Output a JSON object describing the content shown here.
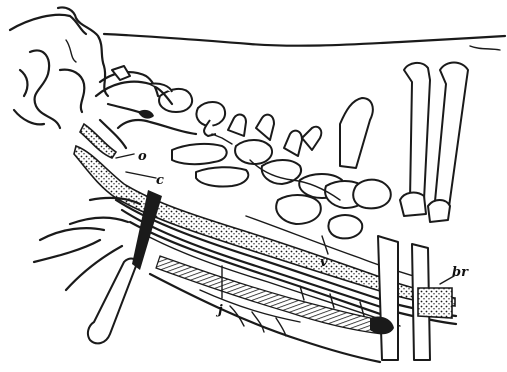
{
  "labels": {
    "c": "c",
    "o": "o",
    "v": "v",
    "j": "j",
    "br": "br"
  },
  "colors": {
    "ink": "#1a1a1a",
    "background": "#ffffff"
  }
}
